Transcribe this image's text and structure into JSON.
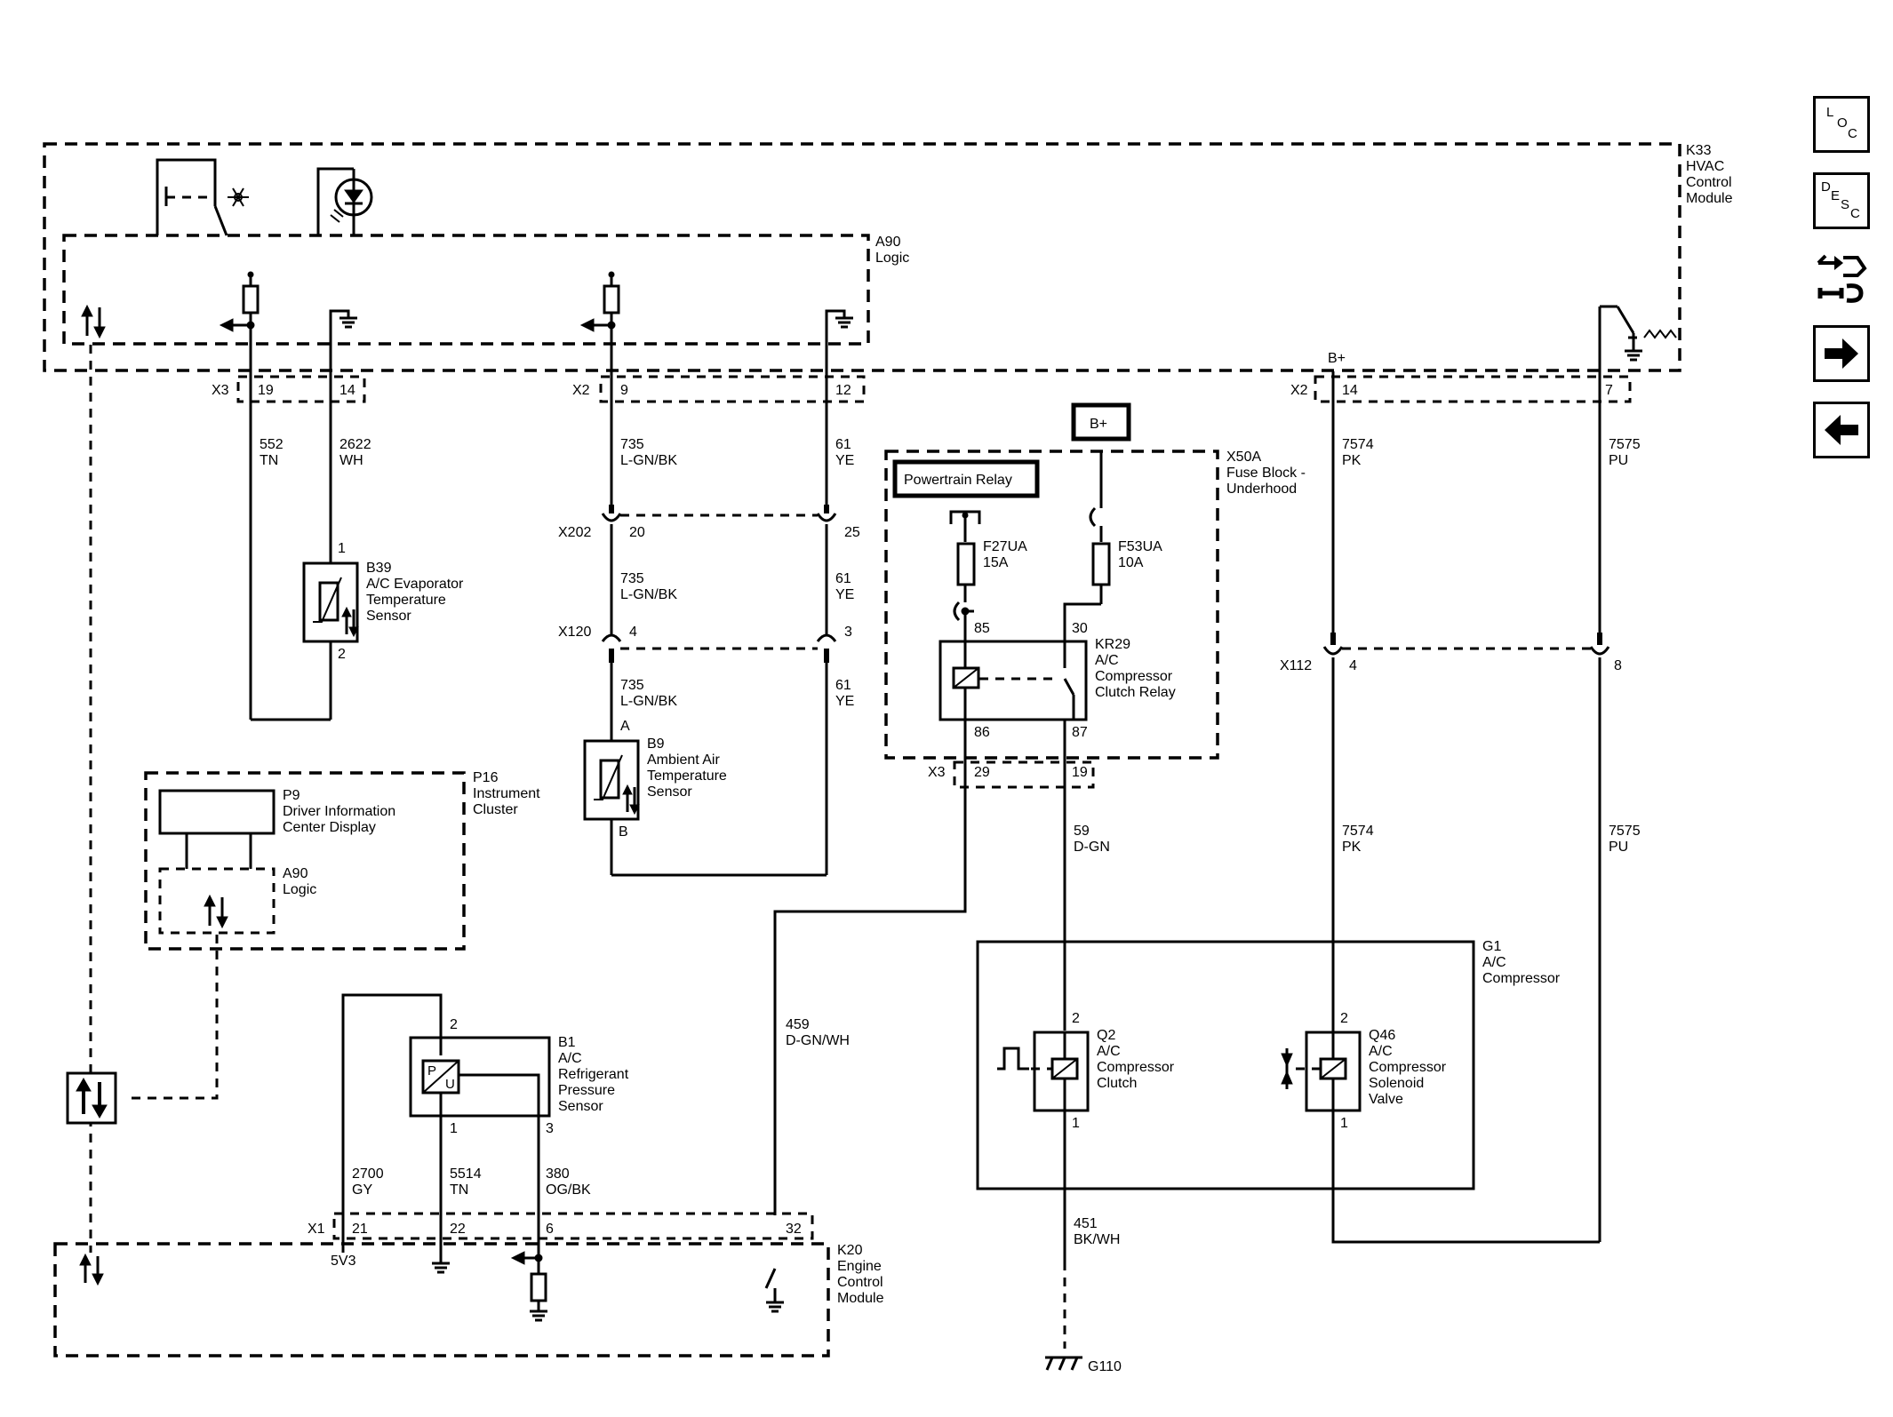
{
  "hvac_module": {
    "ref": "K33",
    "l1": "HVAC",
    "l2": "Control",
    "l3": "Module"
  },
  "logic_a90": {
    "ref": "A90",
    "name": "Logic"
  },
  "fuse_block": {
    "ref": "X50A",
    "l1": "Fuse Block -",
    "l2": "Underhood"
  },
  "powertrain_relay": "Powertrain Relay",
  "battery": "B+",
  "battery_x2": "B+",
  "fuses": [
    {
      "ref": "F27UA",
      "rating": "15A"
    },
    {
      "ref": "F53UA",
      "rating": "10A"
    }
  ],
  "relay_kr29": {
    "ref": "KR29",
    "l1": "A/C",
    "l2": "Compressor",
    "l3": "Clutch Relay",
    "p85": "85",
    "p30": "30",
    "p86": "86",
    "p87": "87"
  },
  "evap_sensor": {
    "ref": "B39",
    "l1": "A/C Evaporator",
    "l2": "Temperature",
    "l3": "Sensor",
    "p1": "1",
    "p2": "2"
  },
  "ambient_sensor": {
    "ref": "B9",
    "l1": "Ambient Air",
    "l2": "Temperature",
    "l3": "Sensor",
    "pa": "A",
    "pb": "B"
  },
  "cluster": {
    "ref": "P16",
    "l1": "Instrument",
    "l2": "Cluster"
  },
  "dic": {
    "ref": "P9",
    "l1": "Driver Information",
    "l2": "Center Display"
  },
  "cluster_logic": {
    "ref": "A90",
    "name": "Logic"
  },
  "pressure_sensor": {
    "ref": "B1",
    "l1": "A/C",
    "l2": "Refrigerant",
    "l3": "Pressure",
    "l4": "Sensor",
    "p1": "1",
    "p2": "2",
    "p3": "3",
    "pl": "P",
    "ul": "U"
  },
  "ecm": {
    "ref": "K20",
    "l1": "Engine",
    "l2": "Control",
    "l3": "Module",
    "v": "5V3"
  },
  "compressor": {
    "ref": "G1",
    "l1": "A/C",
    "l2": "Compressor"
  },
  "clutch_q2": {
    "ref": "Q2",
    "l1": "A/C",
    "l2": "Compressor",
    "l3": "Clutch",
    "p2": "2",
    "p1": "1"
  },
  "valve_q46": {
    "ref": "Q46",
    "l1": "A/C",
    "l2": "Compressor",
    "l3": "Solenoid",
    "l4": "Valve",
    "p2": "2",
    "p1": "1"
  },
  "ground": "G110",
  "connectors": {
    "x3_hvac": {
      "ref": "X3",
      "a": "19",
      "b": "14"
    },
    "x2_hvac_a": {
      "ref": "X2",
      "a": "9",
      "b": "12"
    },
    "x2_hvac_b": {
      "ref": "X2",
      "a": "14",
      "b": "7"
    },
    "x202": {
      "ref": "X202",
      "a": "20",
      "b": "25"
    },
    "x120": {
      "ref": "X120",
      "a": "4",
      "b": "3"
    },
    "x3_fuse": {
      "ref": "X3",
      "a": "29",
      "b": "19"
    },
    "x112": {
      "ref": "X112",
      "a": "4",
      "b": "8"
    },
    "x1_ecm": {
      "ref": "X1",
      "a": "21",
      "b": "22",
      "c": "6",
      "d": "32"
    }
  },
  "wires": {
    "w552": {
      "n": "552",
      "c": "TN"
    },
    "w2622": {
      "n": "2622",
      "c": "WH"
    },
    "w735a": {
      "n": "735",
      "c": "L-GN/BK"
    },
    "w735b": {
      "n": "735",
      "c": "L-GN/BK"
    },
    "w735c": {
      "n": "735",
      "c": "L-GN/BK"
    },
    "w61a": {
      "n": "61",
      "c": "YE"
    },
    "w61b": {
      "n": "61",
      "c": "YE"
    },
    "w61c": {
      "n": "61",
      "c": "YE"
    },
    "w7574a": {
      "n": "7574",
      "c": "PK"
    },
    "w7574b": {
      "n": "7574",
      "c": "PK"
    },
    "w7575a": {
      "n": "7575",
      "c": "PU"
    },
    "w7575b": {
      "n": "7575",
      "c": "PU"
    },
    "w59": {
      "n": "59",
      "c": "D-GN"
    },
    "w459": {
      "n": "459",
      "c": "D-GN/WH"
    },
    "w2700": {
      "n": "2700",
      "c": "GY"
    },
    "w5514": {
      "n": "5514",
      "c": "TN"
    },
    "w380": {
      "n": "380",
      "c": "OG/BK"
    },
    "w451": {
      "n": "451",
      "c": "BK/WH"
    }
  },
  "nav": {
    "loc": [
      "L",
      "O",
      "C"
    ],
    "desc": [
      "D",
      "E",
      "S",
      "C"
    ]
  }
}
